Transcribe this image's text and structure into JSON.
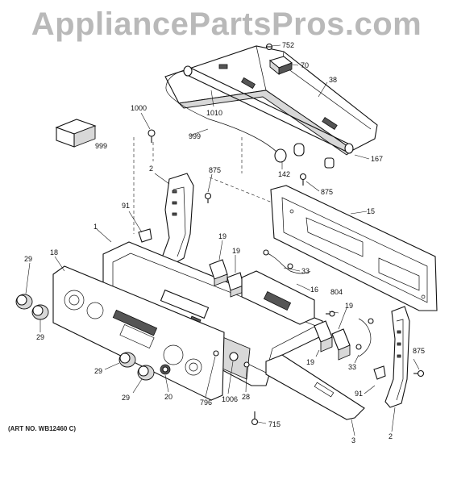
{
  "watermark": "AppliancePartsPros.com",
  "art_number": "(ART NO. WB12460 C)",
  "callouts": [
    {
      "id": "c752",
      "label": "752"
    },
    {
      "id": "c70",
      "label": "70"
    },
    {
      "id": "c38",
      "label": "38"
    },
    {
      "id": "c1000",
      "label": "1000"
    },
    {
      "id": "c1010",
      "label": "1010"
    },
    {
      "id": "c999a",
      "label": "999"
    },
    {
      "id": "c999b",
      "label": "999"
    },
    {
      "id": "c167",
      "label": "167"
    },
    {
      "id": "c142",
      "label": "142"
    },
    {
      "id": "c875a",
      "label": "875"
    },
    {
      "id": "c875b",
      "label": "875"
    },
    {
      "id": "c875c",
      "label": "875"
    },
    {
      "id": "c2a",
      "label": "2"
    },
    {
      "id": "c2b",
      "label": "2"
    },
    {
      "id": "c91a",
      "label": "91"
    },
    {
      "id": "c91b",
      "label": "91"
    },
    {
      "id": "c15",
      "label": "15"
    },
    {
      "id": "c1",
      "label": "1"
    },
    {
      "id": "c19a",
      "label": "19"
    },
    {
      "id": "c19b",
      "label": "19"
    },
    {
      "id": "c19c",
      "label": "19"
    },
    {
      "id": "c19d",
      "label": "19"
    },
    {
      "id": "c33a",
      "label": "33"
    },
    {
      "id": "c33b",
      "label": "33"
    },
    {
      "id": "c16",
      "label": "16"
    },
    {
      "id": "c804",
      "label": "804"
    },
    {
      "id": "c29a",
      "label": "29"
    },
    {
      "id": "c29b",
      "label": "29"
    },
    {
      "id": "c29c",
      "label": "29"
    },
    {
      "id": "c29d",
      "label": "29"
    },
    {
      "id": "c18",
      "label": "18"
    },
    {
      "id": "c20",
      "label": "20"
    },
    {
      "id": "c796",
      "label": "796"
    },
    {
      "id": "c1006",
      "label": "1006"
    },
    {
      "id": "c28",
      "label": "28"
    },
    {
      "id": "c715",
      "label": "715"
    },
    {
      "id": "c3",
      "label": "3"
    }
  ]
}
